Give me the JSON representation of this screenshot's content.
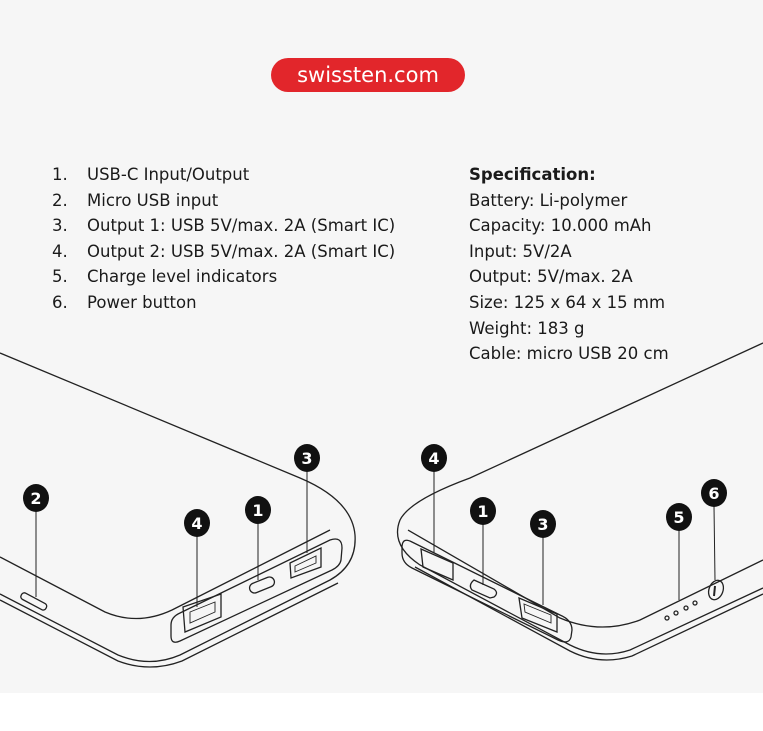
{
  "brand": {
    "website": "swissten.com",
    "color": "#e2262b"
  },
  "features": [
    {
      "num": "1.",
      "label": "USB-C Input/Output"
    },
    {
      "num": "2.",
      "label": "Micro USB input"
    },
    {
      "num": "3.",
      "label": "Output 1: USB 5V/max. 2A (Smart IC)"
    },
    {
      "num": "4.",
      "label": "Output 2: USB 5V/max. 2A (Smart IC)"
    },
    {
      "num": "5.",
      "label": "Charge level indicators"
    },
    {
      "num": "6.",
      "label": "Power button"
    }
  ],
  "specification": {
    "title": "Specification:",
    "items": [
      "Battery: Li-polymer",
      "Capacity: 10.000 mAh",
      "Input: 5V/2A",
      "Output: 5V/max. 2A",
      "Size: 125 x 64 x 15 mm",
      "Weight: 183 g",
      "Cable: micro USB 20 cm"
    ]
  },
  "callouts": {
    "left": [
      "2",
      "4",
      "1",
      "3"
    ],
    "right": [
      "4",
      "1",
      "3",
      "5",
      "6"
    ]
  }
}
